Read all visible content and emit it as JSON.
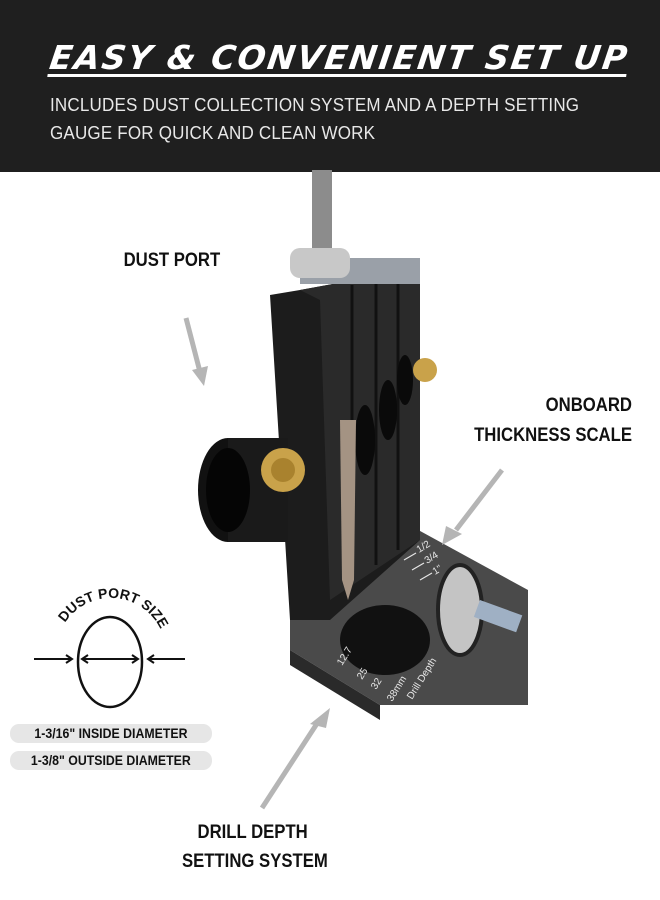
{
  "header": {
    "title": "EASY & CONVENIENT SET UP",
    "subtitle_line1": "INCLUDES DUST COLLECTION SYSTEM AND A DEPTH SETTING",
    "subtitle_line2": "GAUGE FOR QUICK AND CLEAN WORK"
  },
  "callouts": {
    "dust_port": "DUST PORT",
    "thickness_line1": "ONBOARD",
    "thickness_line2": "THICKNESS SCALE",
    "drill_depth_line1": "DRILL DEPTH",
    "drill_depth_line2": "SETTING SYSTEM"
  },
  "dust_port_size": {
    "title": "DUST PORT SIZE",
    "inside": "1-3/16\" INSIDE DIAMETER",
    "outside": "1-3/8\" OUTSIDE DIAMETER"
  },
  "product_markings": [
    "1/2",
    "3/4",
    "1\"",
    "12.7",
    "25",
    "32",
    "38mm",
    "Drill Depth"
  ],
  "colors": {
    "header_bg": "#1f1f1f",
    "jig_body": "#1c1c1c",
    "base": "#4a4a4a",
    "knob": "#c9a24a",
    "arrow": "#b5b5b5"
  }
}
